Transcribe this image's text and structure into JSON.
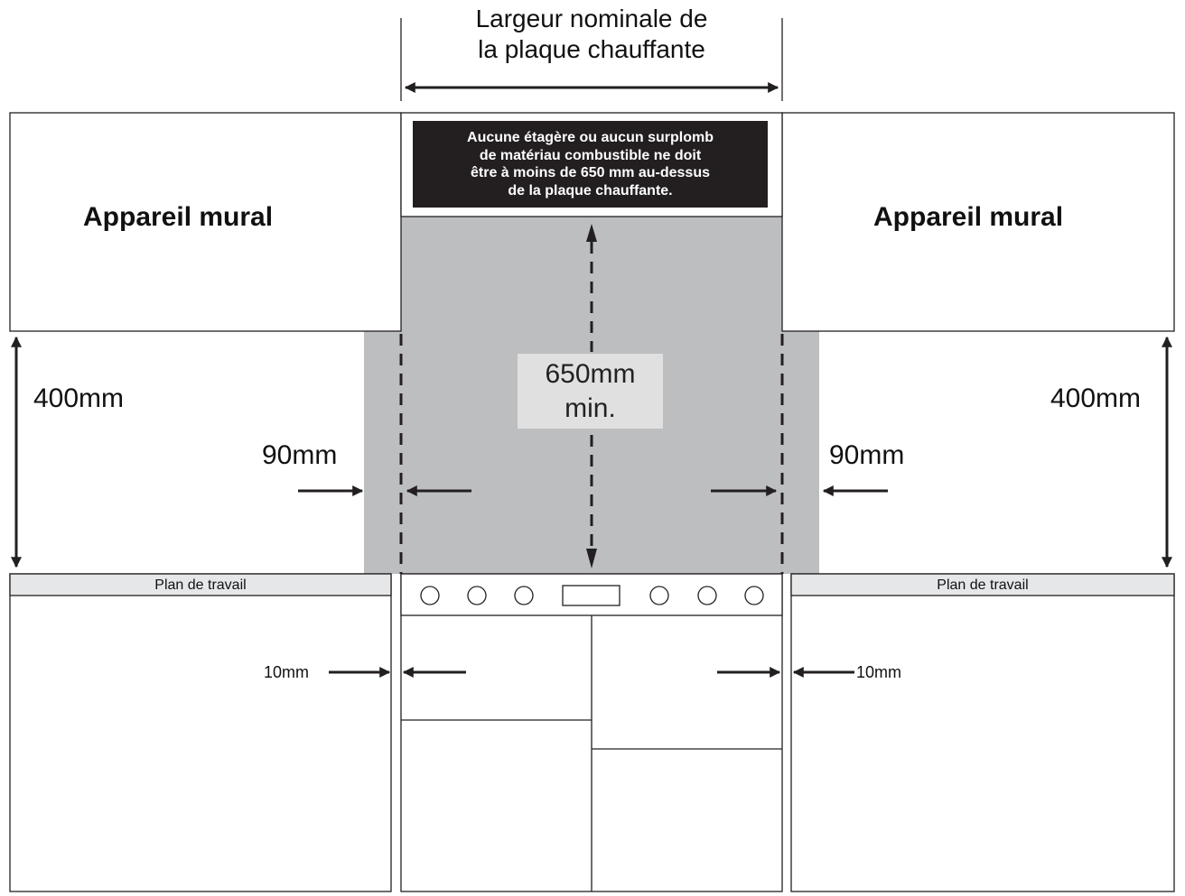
{
  "colors": {
    "shaded_zone": "#bcbec0",
    "warning_bg": "#231f20",
    "worktop_strip": "#e6e7e8",
    "label_box": "#e0e0e0",
    "line": "#231f20"
  },
  "top_label": {
    "line1": "Largeur nominale de",
    "line2": "la plaque chauffante"
  },
  "warning": {
    "line1": "Aucune étagère ou aucun surplomb",
    "line2": "de matériau combustible ne doit",
    "line3": "être à moins de 650 mm au-dessus",
    "line4": "de la plaque chauffante."
  },
  "left_cabinet": {
    "label": "Appareil mural"
  },
  "right_cabinet": {
    "label": "Appareil mural"
  },
  "dimensions": {
    "height_left": "400mm",
    "height_right": "400mm",
    "clearance_left": "90mm",
    "clearance_right": "90mm",
    "vertical_min_line1": "650mm",
    "vertical_min_line2": "min.",
    "gap_left": "10mm",
    "gap_right": "10mm"
  },
  "worktop_left": {
    "label": "Plan de travail"
  },
  "worktop_right": {
    "label": "Plan de travail"
  }
}
